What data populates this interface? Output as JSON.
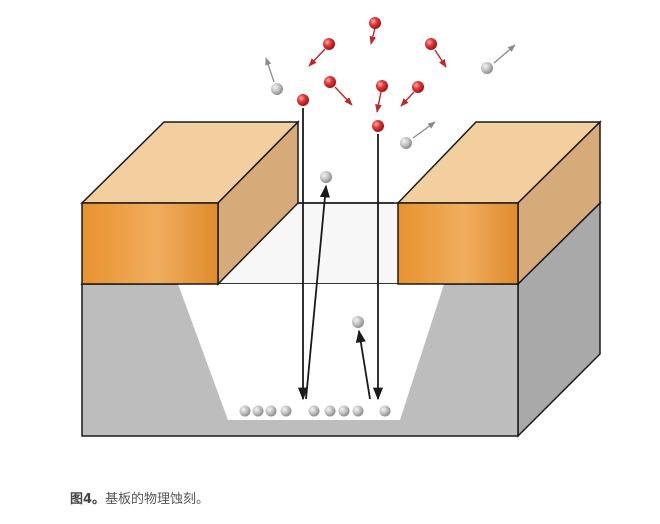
{
  "caption": {
    "label": "图4。",
    "text": "基板的物理蚀刻。"
  },
  "colors": {
    "ion_red": "#d8262a",
    "atom_gray": "#b9b9b9",
    "substrate_front": "#bdbdbd",
    "substrate_side": "#a9a9a9",
    "mask_top": "#f3cf9f",
    "mask_front": "#e69439",
    "mask_side": "#d7aa7a",
    "outline": "#1a1a1a"
  },
  "icons": {
    "ion": "red-ion-sphere",
    "sputtered_atom": "gray-atom-sphere"
  }
}
